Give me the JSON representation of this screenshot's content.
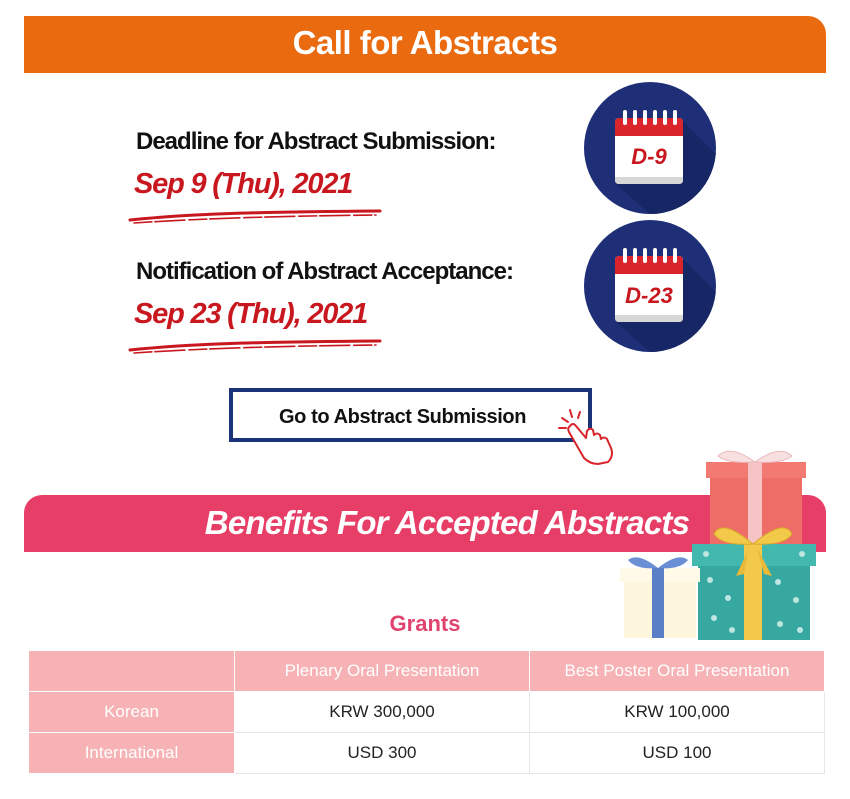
{
  "call_header": {
    "title": "Call for Abstracts"
  },
  "deadline": {
    "label": "Deadline for Abstract Submission:",
    "date": "Sep 9 (Thu), 2021",
    "dday": "D-9"
  },
  "notification": {
    "label": "Notification of Abstract Acceptance:",
    "date": "Sep 23 (Thu), 2021",
    "dday": "D-23"
  },
  "submit_button": {
    "label": "Go to Abstract Submission"
  },
  "benefits_header": {
    "title": "Benefits For Accepted Abstracts"
  },
  "grants": {
    "title": "Grants",
    "columns": [
      "",
      "Plenary Oral Presentation",
      "Best Poster Oral Presentation"
    ],
    "rows": [
      {
        "label": "Korean",
        "values": [
          "KRW 300,000",
          "KRW 100,000"
        ]
      },
      {
        "label": "International",
        "values": [
          "USD 300",
          "USD 100"
        ]
      }
    ]
  },
  "colors": {
    "orange_header": "#ea6a0f",
    "pink_header": "#e73e67",
    "date_red": "#c8171e",
    "navy": "#1a3379",
    "table_pink": "#f6b2b4"
  },
  "icons": [
    "calendar-icon",
    "pointing-hand-icon",
    "gift-boxes-icon"
  ]
}
